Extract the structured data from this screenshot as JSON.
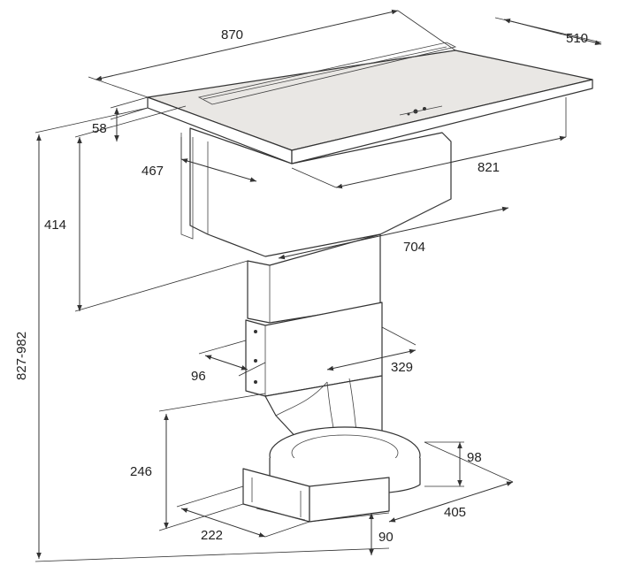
{
  "dimensions": {
    "hob_width": "870",
    "hob_depth": "510",
    "hob_height": "58",
    "total_height": "827-982",
    "upper_height": "414",
    "depth_467": "467",
    "width_821": "821",
    "width_704": "704",
    "duct_96": "96",
    "duct_329": "329",
    "fan_height": "246",
    "fan_98": "98",
    "fan_405": "405",
    "fan_222": "222",
    "fan_90": "90"
  },
  "colors": {
    "line": "#333333",
    "glass": "#e9e7e4",
    "background": "#ffffff"
  }
}
